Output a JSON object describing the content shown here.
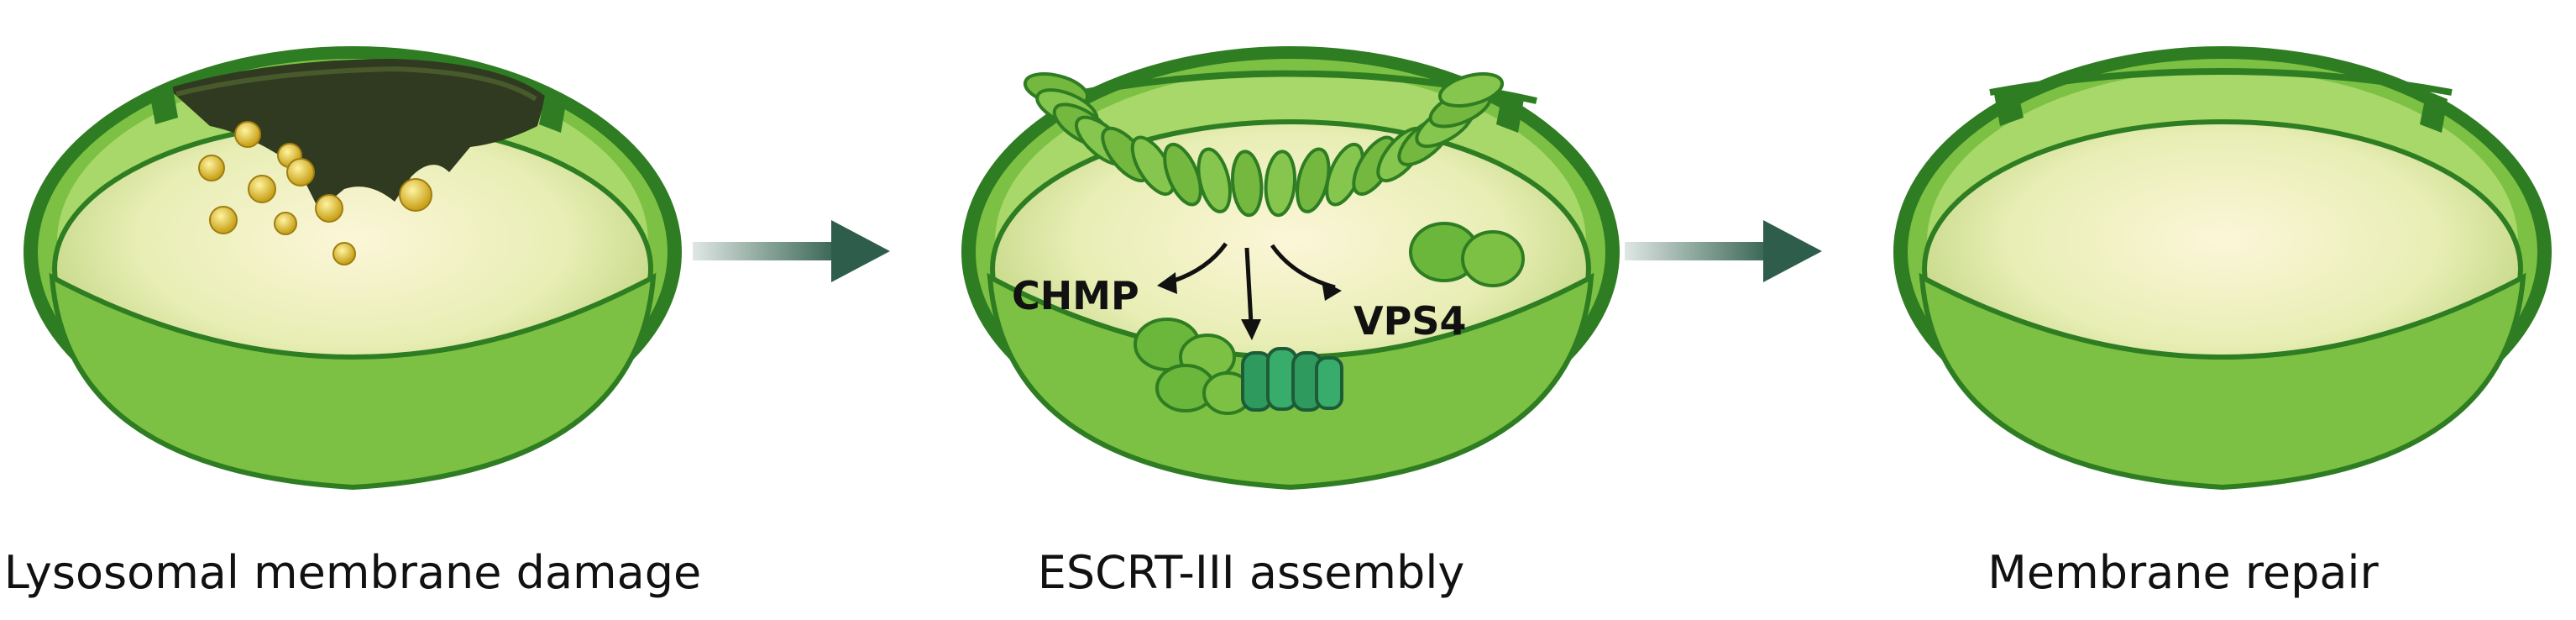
{
  "panels": [
    {
      "caption": "Lysosomal membrane damage"
    },
    {
      "caption": "ESCRT-III assembly",
      "labels": {
        "chmp": "CHMP",
        "vps4": "VPS4"
      }
    },
    {
      "caption": "Membrane repair"
    }
  ],
  "colors": {
    "membrane_outer": "#2f7d22",
    "membrane_fill": "#7cc144",
    "membrane_light": "#a9d86a",
    "lumen_light": "#fbf4d2",
    "lumen_dark": "#bcd27a",
    "arrow": "#2e5e4b",
    "content_particle": "#e3c33a",
    "escrt": "#86c64f",
    "vps4": "#2e9a5e"
  }
}
